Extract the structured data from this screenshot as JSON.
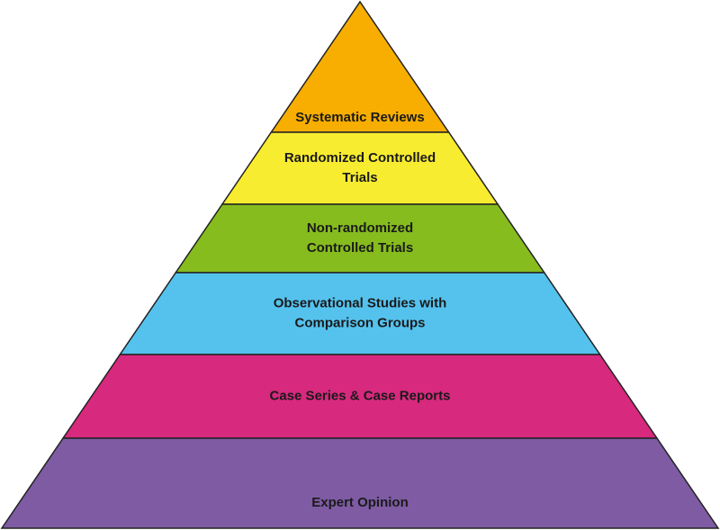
{
  "pyramid": {
    "levels": [
      {
        "id": "systematic-reviews",
        "lines": [
          "Systematic Reviews"
        ],
        "color": "#F7AE00"
      },
      {
        "id": "randomized-controlled-trials",
        "lines": [
          "Randomized Controlled",
          "Trials"
        ],
        "color": "#F8EC30"
      },
      {
        "id": "non-randomized-controlled-trials",
        "lines": [
          "Non-randomized",
          "Controlled Trials"
        ],
        "color": "#86BC1E"
      },
      {
        "id": "observational-studies",
        "lines": [
          "Observational Studies with",
          "Comparison Groups"
        ],
        "color": "#55C2EE"
      },
      {
        "id": "case-series-case-reports",
        "lines": [
          "Case Series & Case Reports"
        ],
        "color": "#D7297E"
      },
      {
        "id": "expert-opinion",
        "lines": [
          "Expert Opinion"
        ],
        "color": "#7E5BA3"
      }
    ],
    "outline_color": "#222222"
  }
}
